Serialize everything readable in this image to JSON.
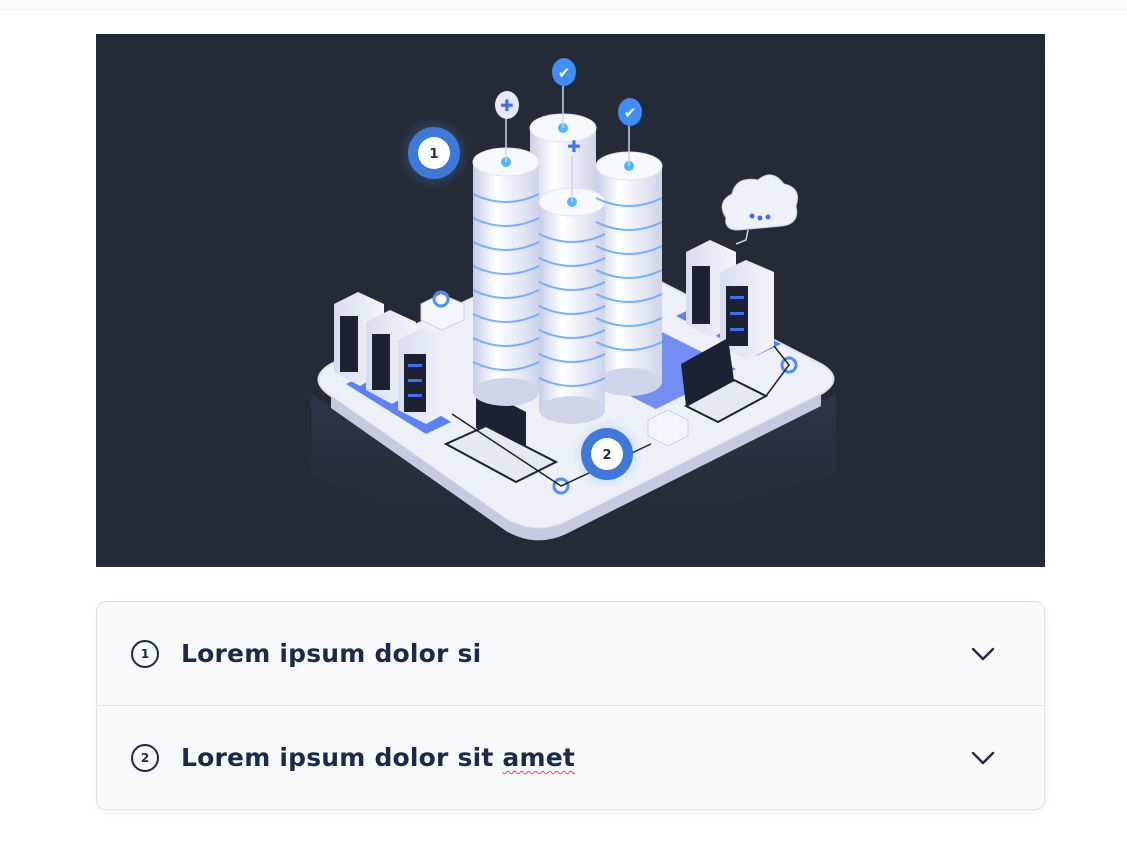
{
  "hero": {
    "image_name": "isometric-data-center-illustration",
    "markers": [
      {
        "label": "1"
      },
      {
        "label": "2"
      }
    ],
    "colors": {
      "background": "#252a37",
      "accent_blue": "#3f6ef6",
      "platform": "#eef0f7"
    }
  },
  "accordion": {
    "items": [
      {
        "number": "1",
        "title": "Lorem ipsum dolor si",
        "chevron_icon": "chevron-down-icon"
      },
      {
        "number": "2",
        "title_prefix": "Lorem ipsum dolor sit ",
        "title_flagged": "amet",
        "chevron_icon": "chevron-down-icon"
      }
    ]
  },
  "colors": {
    "text_primary": "#1c2a4a",
    "border": "#dfe1e7",
    "accordion_bg": "#f8f9fb"
  }
}
